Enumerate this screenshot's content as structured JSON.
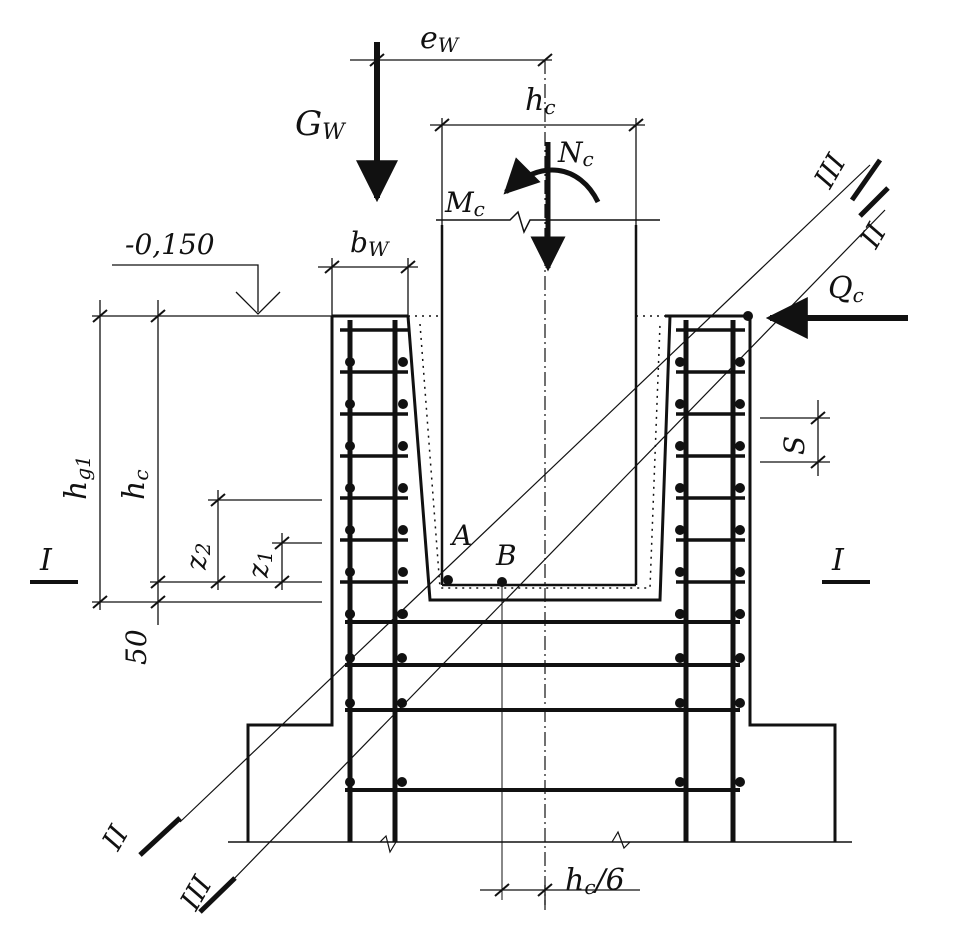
{
  "labels": {
    "e_w": "e",
    "e_w_sub": "W",
    "h_c_top": "h",
    "h_c_top_sub": "c",
    "N_c": "N",
    "N_c_sub": "c",
    "M_c": "M",
    "M_c_sub": "c",
    "G_w": "G",
    "G_w_sub": "W",
    "b_w": "b",
    "b_w_sub": "W",
    "elevation": "-0,150",
    "Q_c": "Q",
    "Q_c_sub": "c",
    "h_g1": "h",
    "h_g1_sub": "g1",
    "h_c_left": "h",
    "h_c_left_sub": "c",
    "z_2": "z",
    "z_2_sub": "2",
    "z_1": "z",
    "z_1_sub": "1",
    "dim_50": "50",
    "S": "S",
    "point_A": "A",
    "point_B": "B",
    "section_I_left": "I",
    "section_I_right": "I",
    "section_II_top": "II",
    "section_II_bottom": "II",
    "section_III_top": "III",
    "section_III_bottom": "III",
    "h_c_bottom": "h",
    "h_c_bottom_sub": "c",
    "h_c_bottom_div": "/6"
  }
}
